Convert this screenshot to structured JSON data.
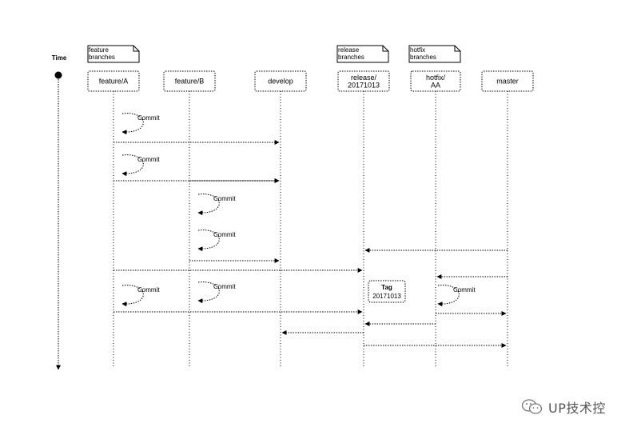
{
  "time_label": "Time",
  "notes": [
    {
      "id": "feature",
      "lines": [
        "feature",
        "branches"
      ]
    },
    {
      "id": "release",
      "lines": [
        "release",
        "branches"
      ]
    },
    {
      "id": "hotfix",
      "lines": [
        "hotfix",
        "branches"
      ]
    }
  ],
  "lanes": [
    {
      "id": "featureA",
      "lines": [
        "feature/A"
      ]
    },
    {
      "id": "featureB",
      "lines": [
        "feature/B"
      ]
    },
    {
      "id": "develop",
      "lines": [
        "develop"
      ]
    },
    {
      "id": "release",
      "lines": [
        "release/",
        "20171013"
      ]
    },
    {
      "id": "hotfix",
      "lines": [
        "hotfix/",
        "AA"
      ]
    },
    {
      "id": "master",
      "lines": [
        "master"
      ]
    }
  ],
  "commit_label": "Commit",
  "commits": [
    "featureA",
    "featureA",
    "featureB",
    "featureB",
    "featureB",
    "featureA",
    "hotfix"
  ],
  "merges": [
    {
      "from": "featureA",
      "to": "develop"
    },
    {
      "from": "featureA",
      "to": "develop"
    },
    {
      "from": "featureB",
      "to": "develop"
    },
    {
      "from": "master",
      "to": "release"
    },
    {
      "from": "featureB",
      "to": "develop"
    },
    {
      "from": "featureA",
      "to": "release"
    },
    {
      "from": "master",
      "to": "hotfix"
    },
    {
      "from": "featureA",
      "to": "release"
    },
    {
      "from": "hotfix",
      "to": "master"
    },
    {
      "from": "hotfix",
      "to": "release"
    },
    {
      "from": "release",
      "to": "develop"
    },
    {
      "from": "release",
      "to": "master"
    }
  ],
  "tag": {
    "title": "Tag",
    "value": "20171013"
  },
  "watermark": {
    "text": "UP技术控",
    "icon": "wechat-icon"
  }
}
